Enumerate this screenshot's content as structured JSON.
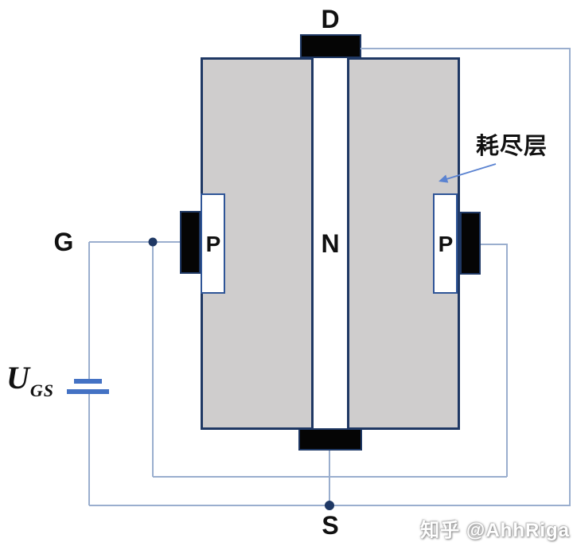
{
  "diagram": {
    "description": "JFET (junction field-effect transistor) structure with gate-source bias voltage applied, drain tied to source",
    "terminals": {
      "drain": "D",
      "source": "S",
      "gate": "G"
    },
    "regions": {
      "channel": "N",
      "gate_left": "P",
      "gate_right": "P"
    },
    "annotations": {
      "depletion_layer": "耗尽层"
    },
    "voltage_source": {
      "symbol": "U",
      "subscript": "GS"
    }
  },
  "watermark": "知乎 @AhhRiga",
  "colors": {
    "wire": "#9AAECE",
    "dark": "#1F3864",
    "body_fill": "#CFCDCD",
    "depletion_border": "#2F5597",
    "battery": "#4472C4",
    "arrow": "#5B83D1",
    "electrode_fill": "#050505"
  }
}
